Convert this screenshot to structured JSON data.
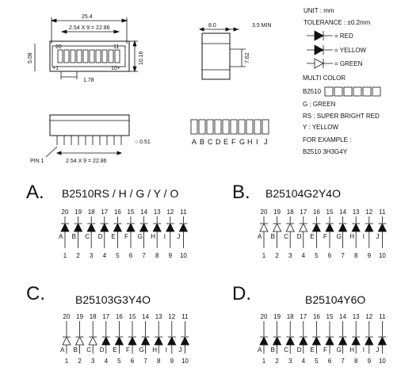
{
  "colors": {
    "ink": "#111111",
    "paper": "#ffffff"
  },
  "dimensions": {
    "width": "25.4",
    "pitch": "2.54 X 9 = 22.86",
    "height": "10.16",
    "side": "5.08",
    "offset": "1.78",
    "pin_20": "20",
    "pin_11": "11",
    "pin_1": "+1",
    "pin_10": "10+",
    "depth": "8.0",
    "min_len": "3.5 MIN",
    "thickness": "7.62",
    "lead": "○ 0.51",
    "pin1_label": "PIN 1",
    "pitch_bottom": "2.54 X 9 = 22.86"
  },
  "segment_letters": [
    "A",
    "B",
    "C",
    "D",
    "E",
    "F",
    "G",
    "H",
    "I",
    "J"
  ],
  "legend": {
    "unit": "UNIT : mm",
    "tolerance": "TOLERANCE : ±0.2mm",
    "red": "= RED",
    "yellow": "= YELLOW",
    "green": "= GREEN",
    "multi": "MULTI COLOR",
    "code_prefix": "B2510",
    "g_line": "G : GREEN",
    "rs_line": "RS : SUPER BRIGHT RED",
    "y_line": "Y : YELLOW",
    "example_label": "FOR EXAMPLE :",
    "example_code": "B2510 3H3G4Y"
  },
  "panels": [
    {
      "letter": "A.",
      "model": "B2510RS / H / G / Y / O",
      "leds": [
        "red",
        "red",
        "red",
        "red",
        "red",
        "red",
        "red",
        "red",
        "red",
        "red"
      ]
    },
    {
      "letter": "B.",
      "model": "B25104G2Y4O",
      "leds": [
        "green",
        "green",
        "green",
        "green",
        "yellow",
        "yellow",
        "red",
        "red",
        "red",
        "red"
      ]
    },
    {
      "letter": "C.",
      "model": "B25103G3Y4O",
      "leds": [
        "green",
        "green",
        "green",
        "yellow",
        "yellow",
        "yellow",
        "red",
        "red",
        "red",
        "red"
      ]
    },
    {
      "letter": "D.",
      "model": "B25104Y6O",
      "leds": [
        "yellow",
        "yellow",
        "yellow",
        "yellow",
        "red",
        "red",
        "red",
        "red",
        "red",
        "red"
      ]
    }
  ],
  "top_pins": [
    "20",
    "19",
    "18",
    "17",
    "16",
    "15",
    "14",
    "13",
    "12",
    "11"
  ],
  "bottom_pins": [
    "1",
    "2",
    "3",
    "4",
    "5",
    "6",
    "7",
    "8",
    "9",
    "10"
  ]
}
